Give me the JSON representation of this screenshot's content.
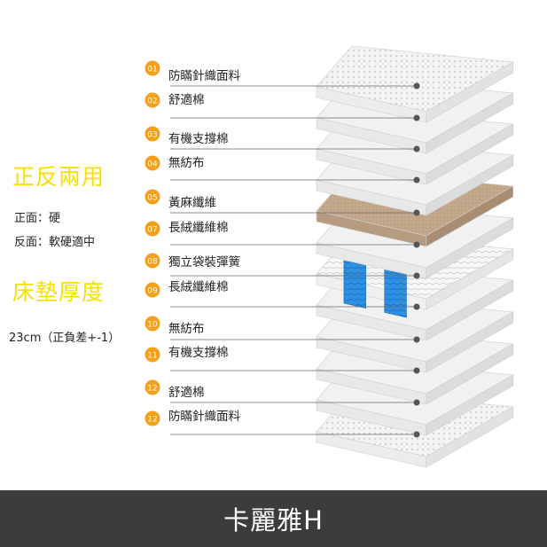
{
  "left_panel": {
    "heading_reversible": "正反兩用",
    "firm_side": "正面：硬",
    "soft_side": "反面：軟硬適中",
    "heading_thickness": "床墊厚度",
    "thickness_value": "23cm（正負差+-1）"
  },
  "layers": [
    {
      "number": "01",
      "label": "防瞞針織面料",
      "kind": "fabric"
    },
    {
      "number": "02",
      "label": "舒適棉",
      "kind": "foam"
    },
    {
      "number": "03",
      "label": "有機支撐棉",
      "kind": "foam"
    },
    {
      "number": "04",
      "label": "無紡布",
      "kind": "foam"
    },
    {
      "number": "05",
      "label": "黃麻纖維",
      "kind": "jute"
    },
    {
      "number": "07",
      "label": "長絨纖維棉",
      "kind": "foam"
    },
    {
      "number": "08",
      "label": "獨立袋裝彈簧",
      "kind": "springs"
    },
    {
      "number": "09",
      "label": "長絨纖維棉",
      "kind": "foam"
    },
    {
      "number": "10",
      "label": "無紡布",
      "kind": "foam"
    },
    {
      "number": "11",
      "label": "有機支撐棉",
      "kind": "foam"
    },
    {
      "number": "12",
      "label": "舒適棉",
      "kind": "foam"
    },
    {
      "number": "12",
      "label": "防瞞針織面料",
      "kind": "fabric"
    }
  ],
  "footer": {
    "product_name": "卡麗雅H"
  },
  "colors": {
    "badge": "#f5a01a",
    "heading": "#f5e000",
    "footer_bg": "#3c3c3e",
    "jute": "#c4a88c",
    "spring_blue": "#2f8fe0",
    "leader_line": "#666666",
    "layer_fill": "#f1f1f1"
  }
}
